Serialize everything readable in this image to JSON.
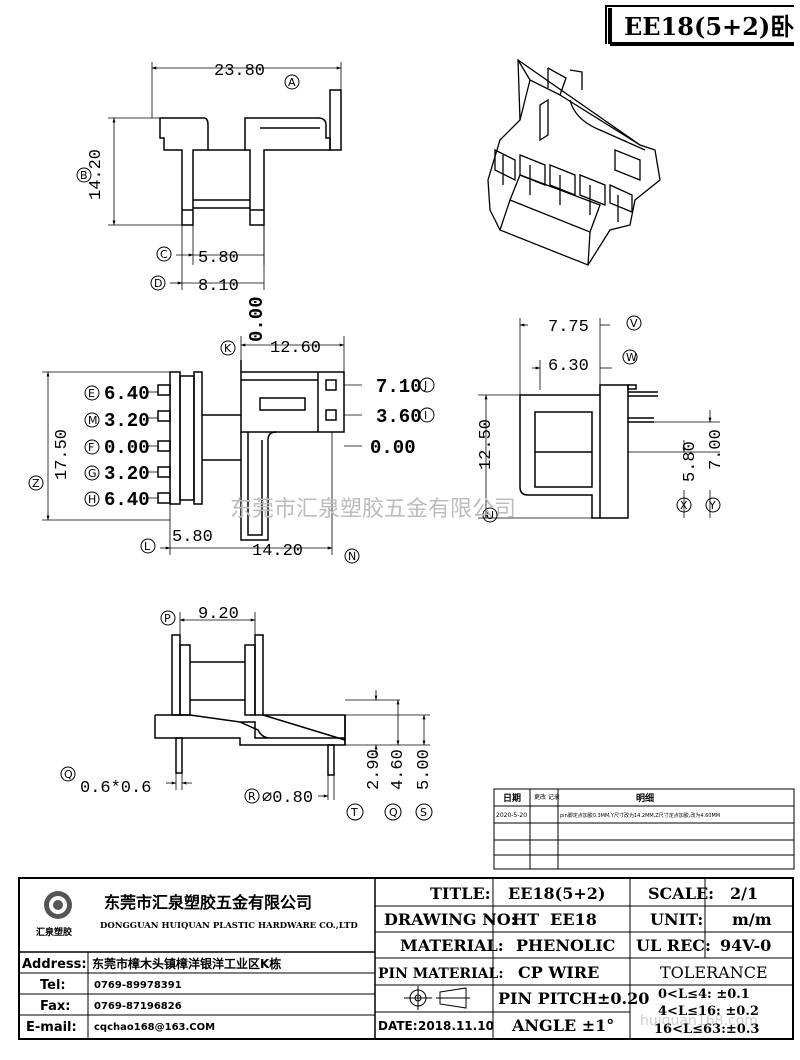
{
  "header": {
    "title": "EE18(5+2)卧"
  },
  "view_top": {
    "width": "23.80",
    "width_tag": "A",
    "height": "14.20",
    "height_tag": "B",
    "inner": "5.80",
    "inner_tag": "C",
    "outer": "8.10",
    "outer_tag": "D"
  },
  "view_front": {
    "origin_v": "0.00",
    "top_width": "12.60",
    "top_tag": "K",
    "rows": [
      {
        "tag": "E",
        "value": "6.40"
      },
      {
        "tag": "M",
        "value": "3.20"
      },
      {
        "tag": "F",
        "value": "0.00"
      },
      {
        "tag": "G",
        "value": "3.20"
      },
      {
        "tag": "H",
        "value": "6.40"
      }
    ],
    "total_height": "17.50",
    "total_tag": "Z",
    "right_dims": [
      {
        "value": "7.10",
        "tag": "J"
      },
      {
        "value": "3.60",
        "tag": "I"
      },
      {
        "value": "0.00",
        "tag": ""
      }
    ],
    "bottom_a": "5.80",
    "bottom_a_tag": "L",
    "bottom_b": "14.20",
    "bottom_b_tag": "N"
  },
  "view_side": {
    "w1": "7.75",
    "w1_tag": "V",
    "w2": "6.30",
    "w2_tag": "W",
    "h": "12.50",
    "h_tag": "U",
    "h2": "5.80",
    "h2_tag": "X",
    "h3": "7.00",
    "h3_tag": "Y"
  },
  "view_bottom": {
    "width": "9.20",
    "width_tag": "P",
    "pin_size": "0.6*0.6",
    "pin_tag": "Q",
    "pin_dia": "⌀0.80",
    "pin_dia_tag": "R",
    "d1": "2.90",
    "d1_tag": "T",
    "d2": "4.60",
    "d2_tag": "Q",
    "d3": "5.00",
    "d3_tag": "S"
  },
  "watermark": "东莞市汇泉塑胶五金有限公司",
  "watermark2": "huiquan168.com",
  "revision": {
    "col_date": "日期",
    "col_change": "更改\n记录",
    "col_desc": "明细",
    "rows": [
      {
        "date": "2020-5-20",
        "desc": "pin脚定点加胶0.3MM,Y尺寸改为14.2MM,Z尺寸定点加胶,改为4.60MM"
      }
    ]
  },
  "company": {
    "name_cn": "东莞市汇泉塑胶五金有限公司",
    "name_en": "DONGGUAN HUIQUAN PLASTIC HARDWARE CO.,LTD",
    "logo_text": "汇泉塑胶",
    "address_label": "Address:",
    "address": "东莞市樟木头镇樟洋银洋工业区K栋",
    "tel_label": "Tel:",
    "tel": "0769-89978391",
    "fax_label": "Fax:",
    "fax": "0769-87196826",
    "email_label": "E-mail:",
    "email": "cqchao168@163.COM"
  },
  "titleblock": {
    "title_label": "TITLE:",
    "title": "EE18(5+2)",
    "scale_label": "SCALE:",
    "scale": "2/1",
    "drawing_label": "DRAWING NO:",
    "drawing": "HT  EE18",
    "unit_label": "UNIT:",
    "unit": "m/m",
    "material_label": "MATERIAL:",
    "material": "PHENOLIC",
    "ul_label": "UL REC:",
    "ul": "94V-0",
    "pin_material_label": "PIN MATERIAL:",
    "pin_material": "CP WIRE",
    "tolerance_label": "TOLERANCE",
    "pin_pitch": "PIN PITCH±0.20",
    "tol1": "0<L≤4:  ±0.1",
    "tol2": "4<L≤16: ±0.2",
    "tol3": "16<L≤63:±0.3",
    "date_label": "DATE:",
    "date": "2018.11.10",
    "angle": "ANGLE  ±1°"
  }
}
